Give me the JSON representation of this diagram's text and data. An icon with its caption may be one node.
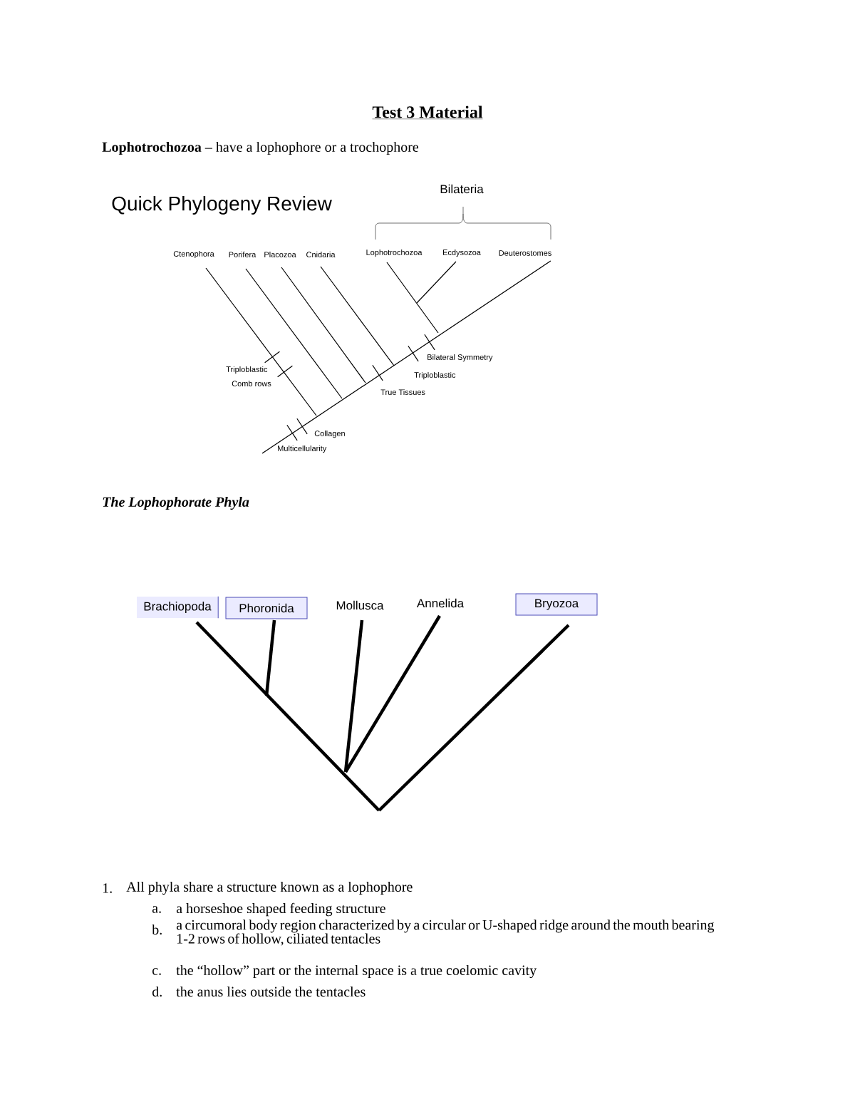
{
  "diagram": {
    "title": "Test 3 Material",
    "nodes": [
      {
        "text": [
          "Ctenophora"
        ]
      },
      {
        "text": [
          "Porifera"
        ]
      },
      {
        "text": [
          "Placozoa"
        ]
      },
      {
        "text": [
          "Cnidaria"
        ]
      },
      {
        "text": [
          "Lophotrochozoa"
        ]
      },
      {
        "text": [
          "Ecdysozoa"
        ]
      },
      {
        "text": [
          "Deuterostomes"
        ]
      },
      {
        "text": [
          "Brachiopoda"
        ]
      },
      {
        "text": [
          "Phoronida"
        ]
      },
      {
        "text": [
          "Mollusca"
        ]
      },
      {
        "text": [
          "Annelida"
        ]
      },
      {
        "text": [
          "Bryozoa"
        ]
      }
    ],
    "edges": [
      {
        "from": 0,
        "to": null,
        "arrow": "none"
      },
      {
        "from": 1,
        "to": null,
        "arrow": "none"
      },
      {
        "from": 2,
        "to": null,
        "arrow": "none"
      },
      {
        "from": 3,
        "to": null,
        "arrow": "none"
      },
      {
        "from": 4,
        "to": null,
        "arrow": "none"
      },
      {
        "from": 5,
        "to": null,
        "arrow": "none"
      },
      {
        "from": 6,
        "to": null,
        "arrow": "none"
      },
      {
        "from": 7,
        "to": null,
        "arrow": "none",
        "style": "thick"
      },
      {
        "from": 8,
        "to": null,
        "arrow": "none",
        "style": "thick"
      },
      {
        "from": 9,
        "to": null,
        "arrow": "none",
        "style": "thick"
      },
      {
        "from": 10,
        "to": null,
        "arrow": "none",
        "style": "thick"
      },
      {
        "from": 11,
        "to": null,
        "arrow": "none",
        "style": "thick"
      }
    ],
    "labels": [
      "**Lophotrochozoa** – have a lophophore or a trochophore",
      "Quick Phylogeny Review",
      "Bilateria",
      "Bilateral Symmetry",
      "Triploblastic",
      "Triploblastic",
      "Comb rows",
      "True Tissues",
      "Collagen",
      "Multicellularity",
      "The Lophophorate Phyla",
      "1.",
      "All phyla share a structure known as a lophophore",
      "a.",
      "a horseshoe shaped feeding structure",
      "b.",
      "a circumoral body region characterized by a circular or U-shaped ridge around the mouth bearing 1-2 rows of hollow, ciliated tentacles",
      "c.",
      "the “hollow” part or the internal space is a true coelomic cavity",
      "d.",
      "the anus lies outside the tentacles"
    ]
  }
}
